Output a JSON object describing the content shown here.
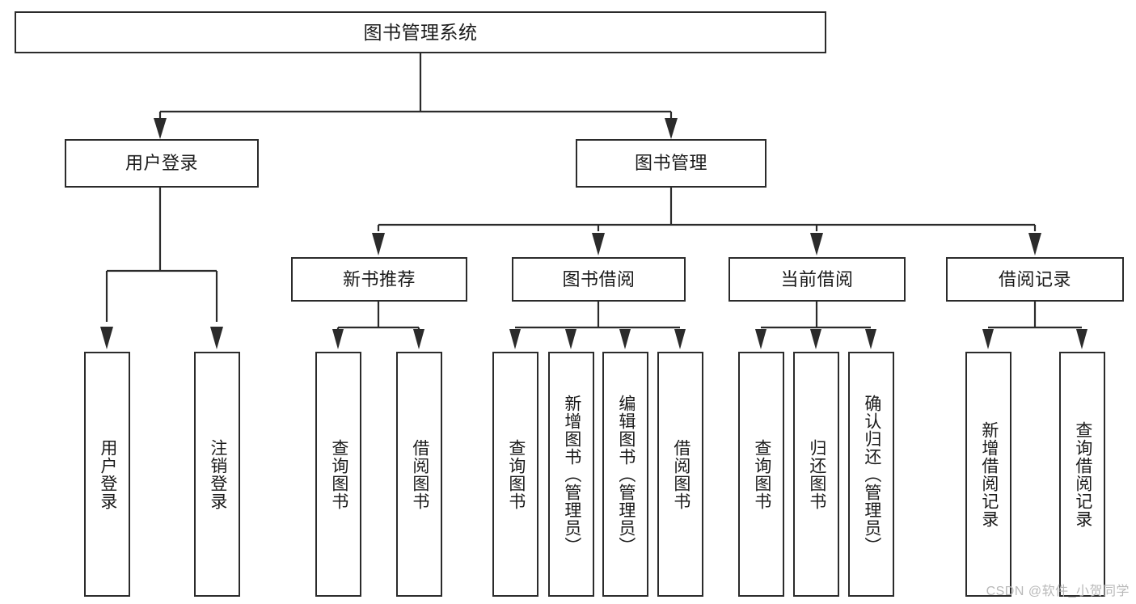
{
  "diagram": {
    "title": "图书管理系统",
    "type": "tree-hierarchy-chart",
    "nodes": {
      "root": {
        "label": "图书管理系统"
      },
      "level2": [
        {
          "id": "user-login",
          "label": "用户登录"
        },
        {
          "id": "book-manage",
          "label": "图书管理"
        }
      ],
      "level3": [
        {
          "id": "new-book-recommend",
          "label": "新书推荐"
        },
        {
          "id": "book-borrow",
          "label": "图书借阅"
        },
        {
          "id": "current-borrow",
          "label": "当前借阅"
        },
        {
          "id": "borrow-record",
          "label": "借阅记录"
        }
      ],
      "level4": [
        {
          "id": "login-user",
          "label": "用户登录"
        },
        {
          "id": "logout-user",
          "label": "注销登录"
        },
        {
          "id": "query-book-1",
          "label": "查询图书"
        },
        {
          "id": "borrow-book-1",
          "label": "借阅图书"
        },
        {
          "id": "query-book-2",
          "label": "查询图书"
        },
        {
          "id": "add-book",
          "label": "新增图书（管理员）"
        },
        {
          "id": "edit-book",
          "label": "编辑图书（管理员）"
        },
        {
          "id": "borrow-book-2",
          "label": "借阅图书"
        },
        {
          "id": "query-book-3",
          "label": "查询图书"
        },
        {
          "id": "return-book",
          "label": "归还图书"
        },
        {
          "id": "confirm-return",
          "label": "确认归还（管理员）"
        },
        {
          "id": "add-borrow-record",
          "label": "新增借阅记录"
        },
        {
          "id": "query-borrow-record",
          "label": "查询借阅记录"
        }
      ]
    },
    "watermark": "CSDN @软件_小贺同学",
    "colors": {
      "stroke": "#2b2b2b",
      "fill": "#ffffff",
      "text": "#1a1a1a",
      "watermark": "#b9b9b9"
    }
  }
}
